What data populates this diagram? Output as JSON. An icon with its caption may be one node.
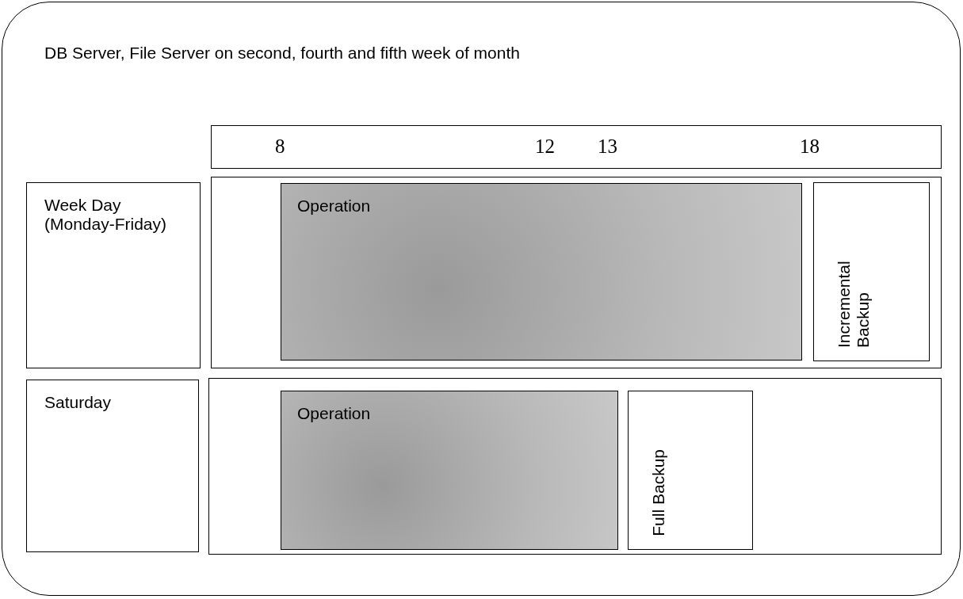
{
  "diagram": {
    "nodes": [
      {
        "text": [
          "DB Server, File Server on second, fourth and fifth week of month"
        ]
      },
      {
        "text": [
          "8",
          "12",
          "13",
          "18"
        ],
        "in": 0
      },
      {
        "text": [
          "Week Day (Monday-Friday)"
        ],
        "in": 0
      },
      {
        "text": [],
        "shape": "box",
        "in": 0
      },
      {
        "text": [
          "Operation"
        ],
        "in": 3
      },
      {
        "text": [
          "Incremental Backup"
        ],
        "in": 3
      },
      {
        "text": [
          "Saturday"
        ],
        "in": 0
      },
      {
        "text": [],
        "shape": "box",
        "in": 0
      },
      {
        "text": [
          "Operation"
        ],
        "in": 7
      },
      {
        "text": [
          "Full Backup"
        ],
        "in": 7
      }
    ]
  }
}
